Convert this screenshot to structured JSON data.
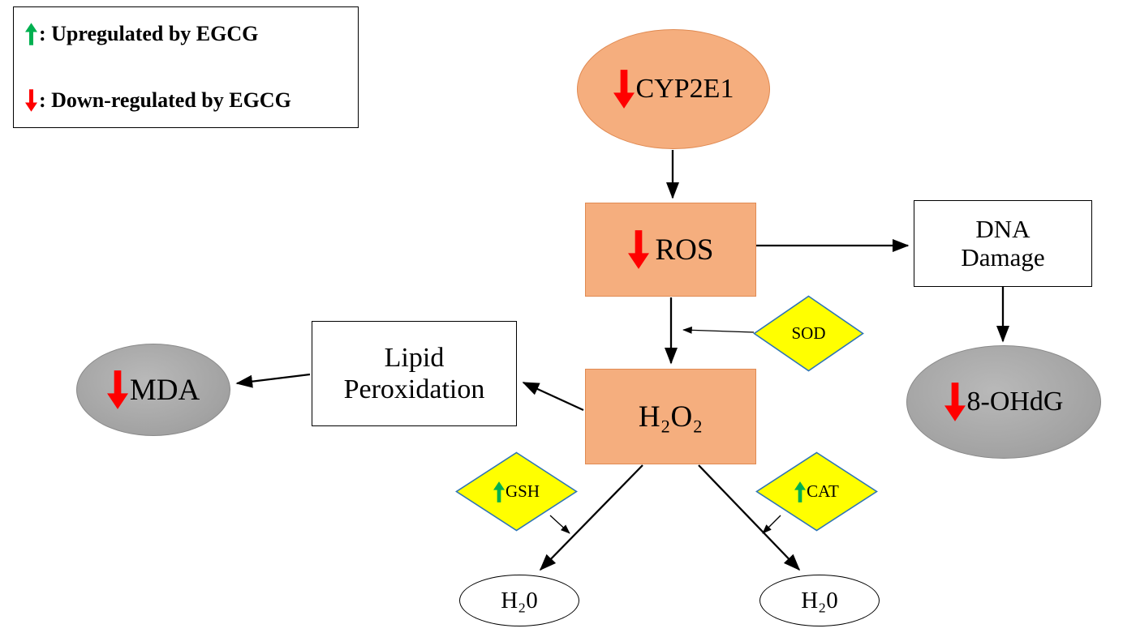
{
  "legend": {
    "up_label": ": Upregulated by EGCG",
    "down_label": ": Down-regulated by EGCG"
  },
  "nodes": {
    "cyp2e1": {
      "label": "CYP2E1",
      "regulation": "down"
    },
    "ros": {
      "label": "ROS",
      "regulation": "down"
    },
    "dna_damage": {
      "line1": "DNA",
      "line2": "Damage"
    },
    "ohdg": {
      "label": "8-OHdG",
      "regulation": "down"
    },
    "h2o2": {
      "label": "H₂O₂"
    },
    "lipid": {
      "line1": "Lipid",
      "line2": "Peroxidation"
    },
    "mda": {
      "label": "MDA",
      "regulation": "down"
    },
    "h2o_left": {
      "label": "H₂0"
    },
    "h2o_right": {
      "label": "H₂0"
    },
    "sod": {
      "label": "SOD"
    },
    "gsh": {
      "label": "GSH",
      "regulation": "up"
    },
    "cat": {
      "label": "CAT",
      "regulation": "up"
    }
  },
  "edges": [
    {
      "from": "CYP2E1",
      "to": "ROS"
    },
    {
      "from": "ROS",
      "to": "DNA Damage"
    },
    {
      "from": "DNA Damage",
      "to": "8-OHdG"
    },
    {
      "from": "ROS",
      "to": "H₂O₂",
      "enzyme": "SOD"
    },
    {
      "from": "H₂O₂",
      "to": "Lipid Peroxidation"
    },
    {
      "from": "Lipid Peroxidation",
      "to": "MDA"
    },
    {
      "from": "H₂O₂",
      "to": "H₂0 (left)",
      "enzyme": "GSH"
    },
    {
      "from": "H₂O₂",
      "to": "H₂0 (right)",
      "enzyme": "CAT"
    }
  ],
  "colors": {
    "node_orange": "#F5AE7E",
    "node_gray": "#A6A6A6",
    "enzyme_yellow": "#FFFF00",
    "enzyme_border_blue": "#2E75B6",
    "up_arrow_green": "#00B050",
    "down_arrow_red": "#FF0000",
    "line_black": "#000000"
  }
}
